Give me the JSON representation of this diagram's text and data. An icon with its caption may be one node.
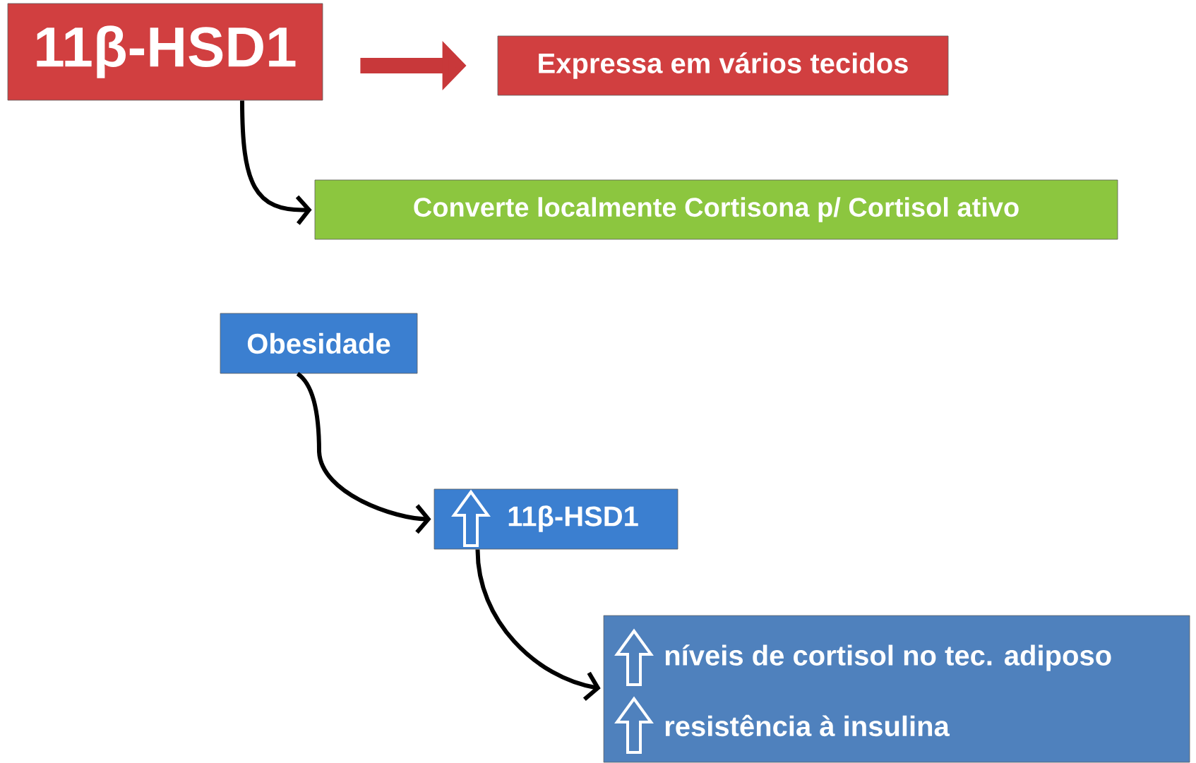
{
  "diagram": {
    "nodes": [
      {
        "text": [
          "11β-HSD1"
        ]
      },
      {
        "text": [
          "Expressa em vários tecidos"
        ]
      },
      {
        "text": [
          "Converte localmente Cortisona p/ Cortisol ativo"
        ]
      },
      {
        "text": [
          "Obesidade"
        ]
      },
      {
        "text": [
          "11β-HSD1"
        ]
      },
      {
        "text": [
          "níveis de cortisol no tec. adiposo",
          "resistência à insulina"
        ]
      }
    ],
    "edges": [
      {
        "from": 0,
        "to": 1,
        "arrow": "to",
        "style": "thick",
        "color": "#c8383a"
      },
      {
        "from": 0,
        "to": 2,
        "arrow": "to"
      },
      {
        "from": 3,
        "to": 4,
        "arrow": "to"
      },
      {
        "from": 4,
        "to": 5,
        "arrow": "to"
      }
    ]
  }
}
